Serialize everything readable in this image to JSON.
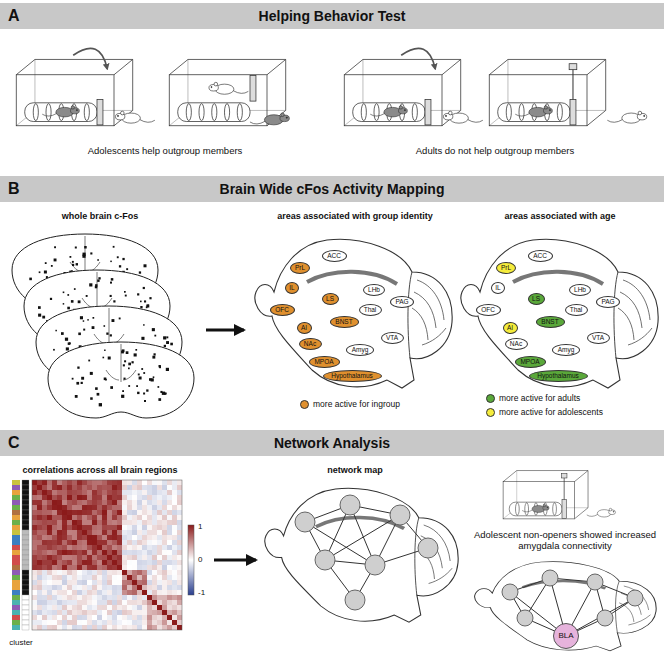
{
  "diagram": {
    "nodes": [
      {
        "text": [
          "A",
          "Helping Behavior Test"
        ]
      },
      {
        "text": [
          "B",
          "Brain Wide cFos Activity Mapping"
        ]
      },
      {
        "text": [
          "PrL"
        ]
      },
      {
        "text": [
          "ACC"
        ]
      },
      {
        "text": [
          "IL"
        ]
      },
      {
        "text": [
          "OFC"
        ]
      },
      {
        "text": [
          "AI"
        ]
      },
      {
        "text": [
          "LS"
        ]
      },
      {
        "text": [
          "NAc"
        ]
      },
      {
        "text": [
          "BNST"
        ]
      },
      {
        "text": [
          "MPOA"
        ]
      },
      {
        "text": [
          "Thal"
        ]
      },
      {
        "text": [
          "LHb"
        ]
      },
      {
        "text": [
          "Amyg"
        ]
      },
      {
        "text": [
          "PAG"
        ]
      },
      {
        "text": [
          "VTA"
        ]
      },
      {
        "text": [
          "Hypothalamus"
        ]
      },
      {
        "text": [
          "PrL"
        ]
      },
      {
        "text": [
          "ACC"
        ]
      },
      {
        "text": [
          "IL"
        ]
      },
      {
        "text": [
          "OFC"
        ]
      },
      {
        "text": [
          "AI"
        ]
      },
      {
        "text": [
          "LS"
        ]
      },
      {
        "text": [
          "NAc"
        ]
      },
      {
        "text": [
          "BNST"
        ]
      },
      {
        "text": [
          "MPOA"
        ]
      },
      {
        "text": [
          "Thal"
        ]
      },
      {
        "text": [
          "LHb"
        ]
      },
      {
        "text": [
          "Amyg"
        ]
      },
      {
        "text": [
          "PAG"
        ]
      },
      {
        "text": [
          "VTA"
        ]
      },
      {
        "text": [
          "Hypothalamus"
        ]
      },
      {
        "text": [
          "C",
          "Network Analysis"
        ]
      },
      {
        "text": [
          "BLA"
        ]
      }
    ],
    "labels": [
      "Adolescents help outgroup members",
      "Adults do not help outgroup members",
      "whole brain c-Fos",
      "areas associated with group identity",
      "areas associated with age",
      "correlations across all brain regions",
      "network map",
      "cluster",
      "1",
      "0",
      "-1",
      "Adolescent non-openers showed increased amygdala connectivity"
    ],
    "legend": [
      {
        "text": "more active for ingroup",
        "color": "#e0902e"
      },
      {
        "text": "more active for adults",
        "color": "#5aa83a"
      },
      {
        "text": "more active for adolescents",
        "color": "#f5ec3c"
      }
    ]
  }
}
